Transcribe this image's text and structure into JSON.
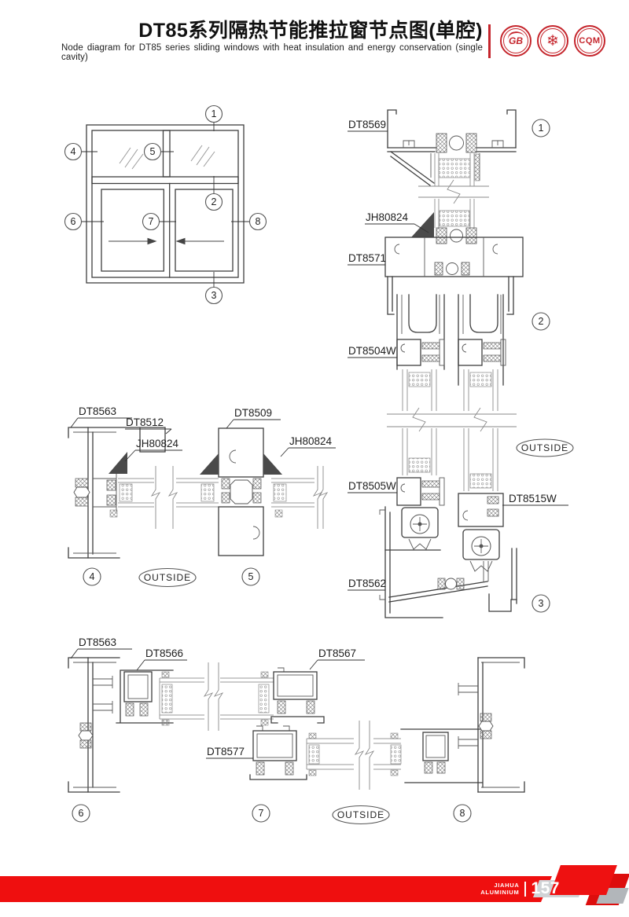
{
  "header": {
    "title": "DT85系列隔热节能推拉窗节点图(单腔)",
    "subtitle": "Node diagram for DT85 series sliding windows with heat insulation and energy conservation (single cavity)",
    "logo_gb": "GB",
    "logo_snowflake": "❄",
    "logo_cqm": "CQM"
  },
  "callouts": {
    "c1": "1",
    "c2": "2",
    "c3": "3",
    "c4": "4",
    "c5": "5",
    "c6": "6",
    "c7": "7",
    "c8": "8"
  },
  "labels": {
    "outside": "OUTSIDE",
    "dt8569": "DT8569",
    "jh80824": "JH80824",
    "dt8571": "DT8571",
    "dt8504w": "DT8504W",
    "dt8505w": "DT8505W",
    "dt8515w": "DT8515W",
    "dt8562": "DT8562",
    "dt8563": "DT8563",
    "dt8512": "DT8512",
    "dt8509": "DT8509",
    "dt8566": "DT8566",
    "dt8567": "DT8567",
    "dt8577": "DT8577"
  },
  "footer": {
    "brand_line1": "JIAHUA",
    "brand_line2": "ALUMINIUM",
    "page": "157"
  },
  "colors": {
    "accent_red": "#ef0f0f",
    "logo_red": "#c5252c",
    "line_gray": "#3f3f3f"
  }
}
